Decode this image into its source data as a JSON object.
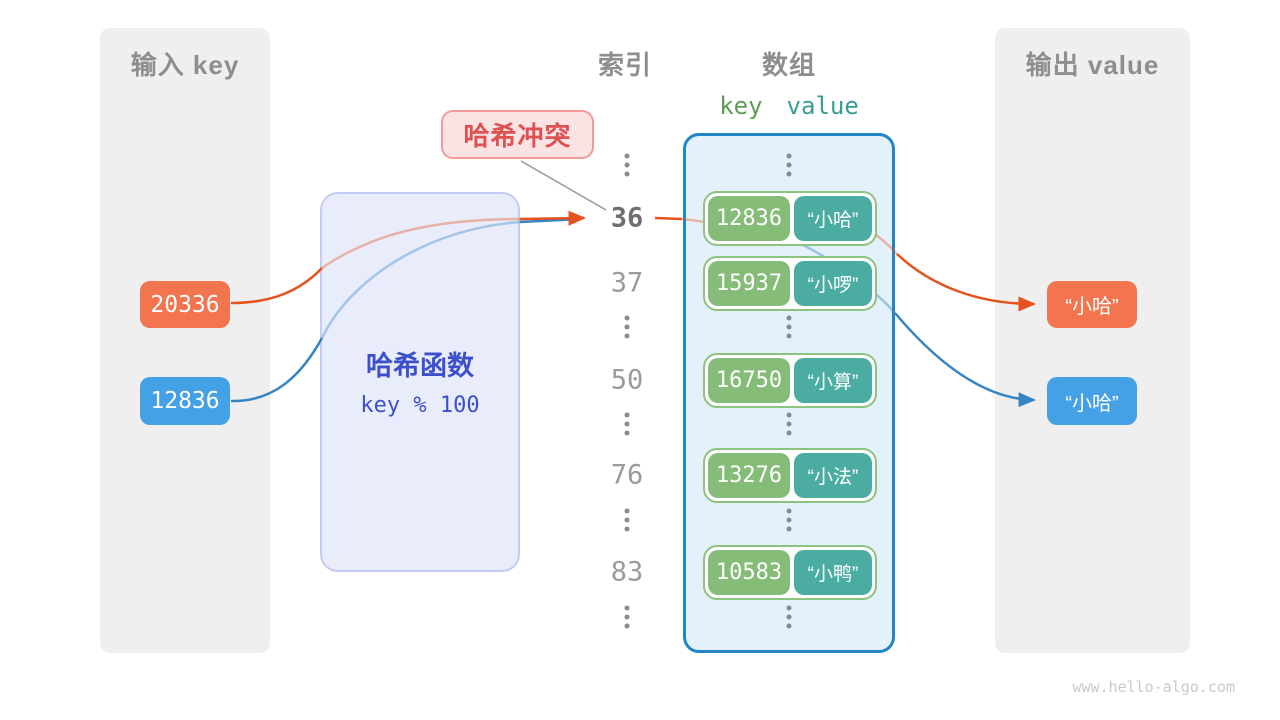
{
  "input_panel": {
    "title": "输入 key",
    "keys": [
      {
        "label": "20336",
        "accent": "#F2754F"
      },
      {
        "label": "12836",
        "accent": "#45A1E6"
      }
    ]
  },
  "hash_function": {
    "name": "哈希函数",
    "formula": "key % 100"
  },
  "collision_badge": {
    "label": "哈希冲突"
  },
  "index_column": {
    "title": "索引",
    "values": [
      "36",
      "37",
      "50",
      "76",
      "83"
    ],
    "highlighted_value": "36"
  },
  "array_panel": {
    "title": "数组",
    "key_header": "key",
    "value_header": "value",
    "rows": [
      {
        "key": "12836",
        "value": "“小哈”"
      },
      {
        "key": "15937",
        "value": "“小啰”"
      },
      {
        "key": "16750",
        "value": "“小算”"
      },
      {
        "key": "13276",
        "value": "“小法”"
      },
      {
        "key": "10583",
        "value": "“小鸭”"
      }
    ]
  },
  "output_panel": {
    "title": "输出 value",
    "values": [
      {
        "label": "“小哈”",
        "accent": "#F2754F"
      },
      {
        "label": "“小哈”",
        "accent": "#45A1E6"
      }
    ]
  },
  "watermark": "www.hello-algo.com",
  "colors": {
    "orange_chip": "#F2754F",
    "blue_chip": "#45A1E6",
    "orange_arrow": "#E5521D",
    "blue_arrow": "#3584C4",
    "key_pill_green": "#85BC78",
    "value_pill_teal": "#4BADA1",
    "hash_text_indigo": "#3D50CB",
    "collision_red": "#DE5151",
    "array_border_blue": "#2285C7",
    "panel_gray": "#EFEFEF"
  }
}
